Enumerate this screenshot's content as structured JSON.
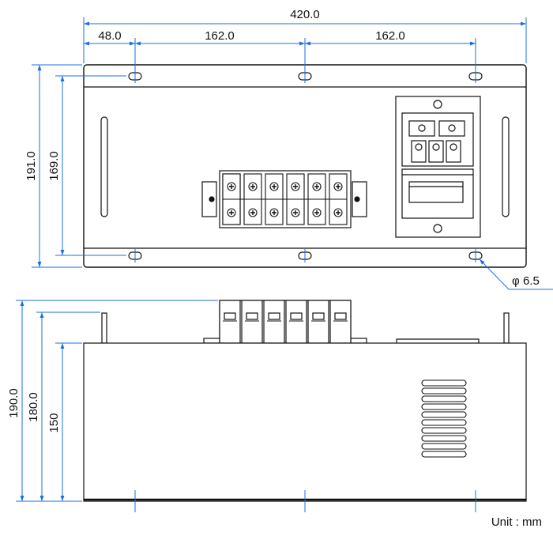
{
  "dimensions": {
    "total_width": "420.0",
    "left_offset": "48.0",
    "hole_pitch_1": "162.0",
    "hole_pitch_2": "162.0",
    "plate_height": "191.0",
    "hole_distance": "169.0",
    "hole_diameter": "6.5",
    "diameter_symbol": "φ",
    "total_height": "190.0",
    "terminal_height": "180.0",
    "body_height": "150"
  },
  "unit_label": "Unit : mm",
  "colors": {
    "dimension_line": "#1a6fe0",
    "outline": "#111111",
    "centerline": "#1a6fe0"
  }
}
